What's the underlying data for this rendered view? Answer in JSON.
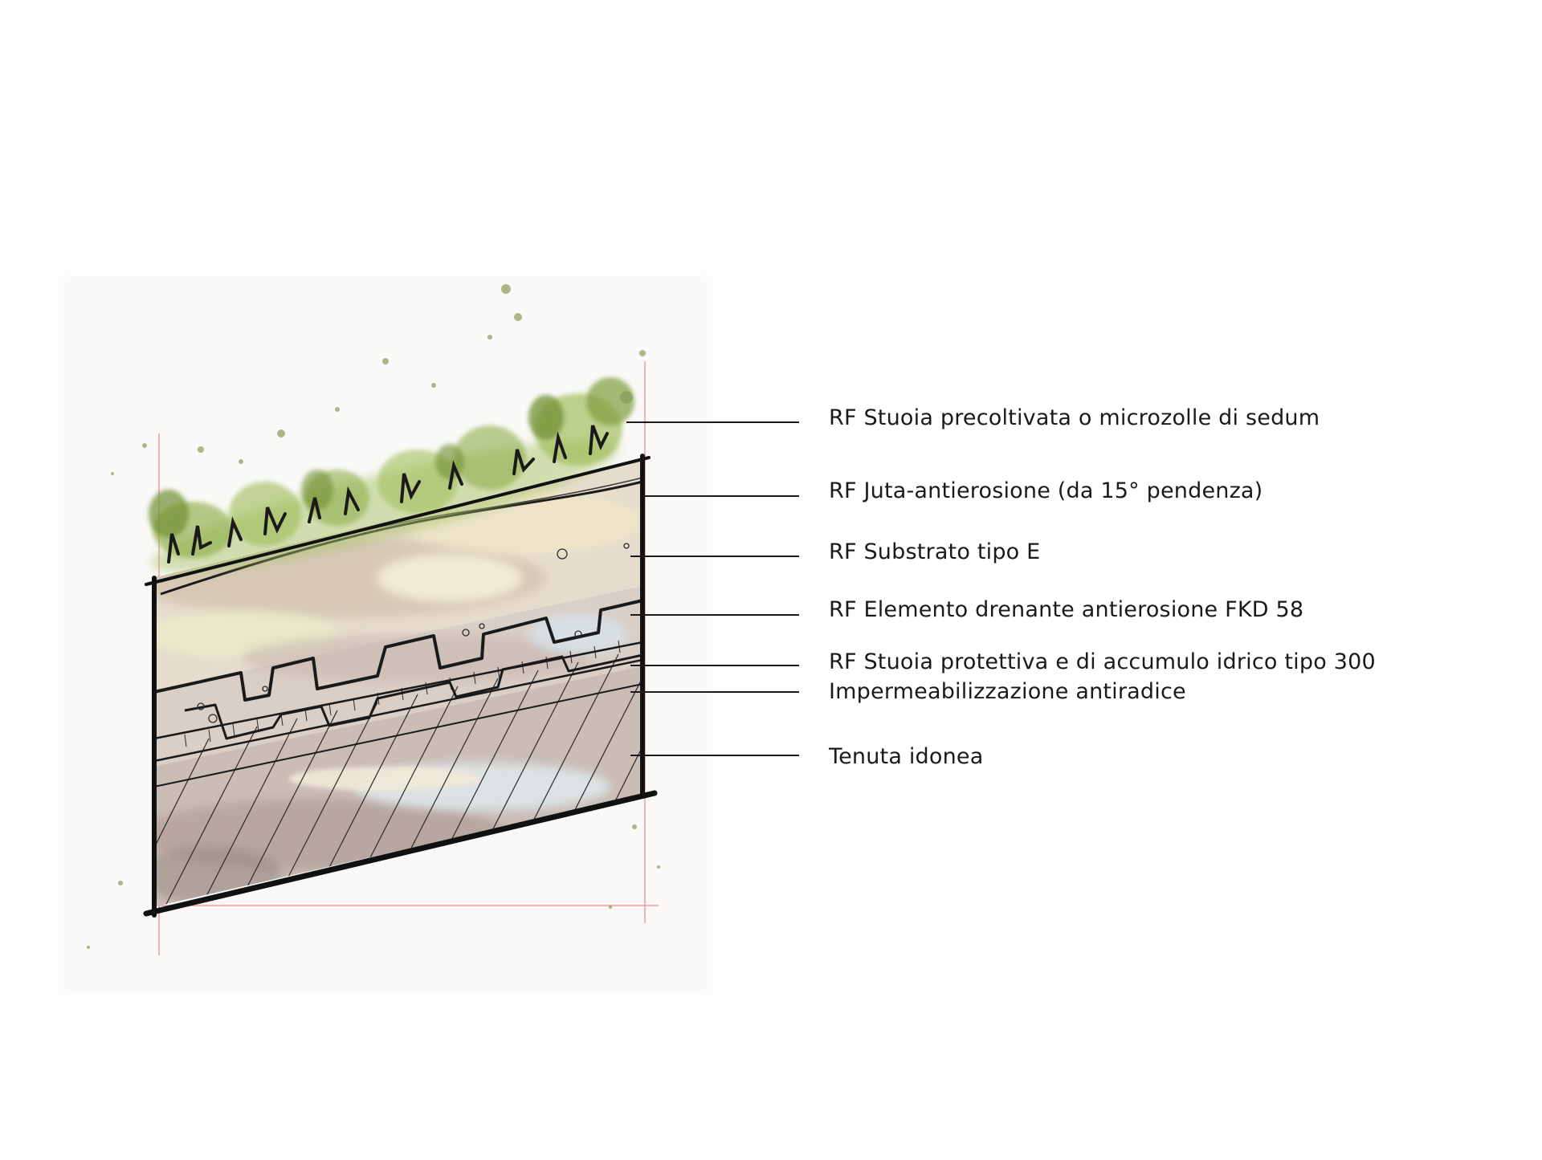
{
  "layers": [
    {
      "label": "RF Stuoia precoltivata o microzolle di sedum"
    },
    {
      "label": "RF Juta-antierosione (da 15° pendenza)"
    },
    {
      "label": "RF Substrato tipo E"
    },
    {
      "label": "RF Elemento drenante antierosione FKD 58"
    },
    {
      "label": "RF Stuoia protettiva e di accumulo idrico tipo 300"
    },
    {
      "label": "Impermeabilizzazione antiradice"
    },
    {
      "label": "Tenuta idonea"
    }
  ],
  "colors": {
    "vegetation": "#8fae4a",
    "vegetation_dark": "#5f7e2a",
    "substrate": "#d8cbb8",
    "membrane": "#b9a99a",
    "structure": "#a89a96",
    "ink": "#1a1a1a",
    "guide_red": "#e8a0a0"
  }
}
